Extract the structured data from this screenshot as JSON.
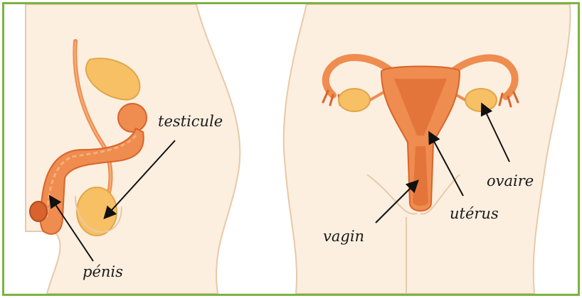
{
  "labels": {
    "testicule": "testicule",
    "penis": "pénis",
    "ovaire": "ovaire",
    "uterus": "utérus",
    "vagin": "vagin"
  },
  "colors": {
    "border": "#7cb342",
    "skin": "#fcefe0",
    "skin_outline": "#e8c9a8",
    "organ": "#ef8c4f",
    "organ_dark": "#d9632c",
    "organ_light": "#f6b07a",
    "gland": "#f7c064"
  }
}
